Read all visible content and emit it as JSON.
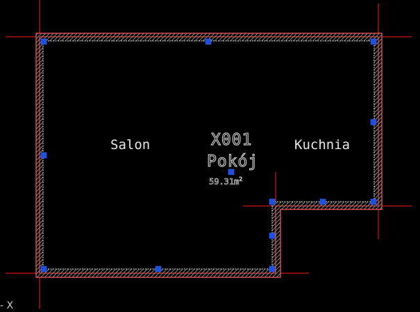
{
  "rooms": {
    "salon": "Salon",
    "kuchnia": "Kuchnia"
  },
  "room_tag": {
    "id": "X001",
    "type": "Pokój",
    "area_value": "59.31m",
    "area_unit_sup": "2"
  },
  "ucs": {
    "axis_label": "- X"
  },
  "colors": {
    "background": "#000000",
    "construction_line": "#ff0000",
    "wall_outline": "#ff5a5a",
    "wall_hatch": "#c8c8c8",
    "room_boundary": "#dcdcdc",
    "grip": "#1d4fe0",
    "text": "#e8e8e8"
  }
}
